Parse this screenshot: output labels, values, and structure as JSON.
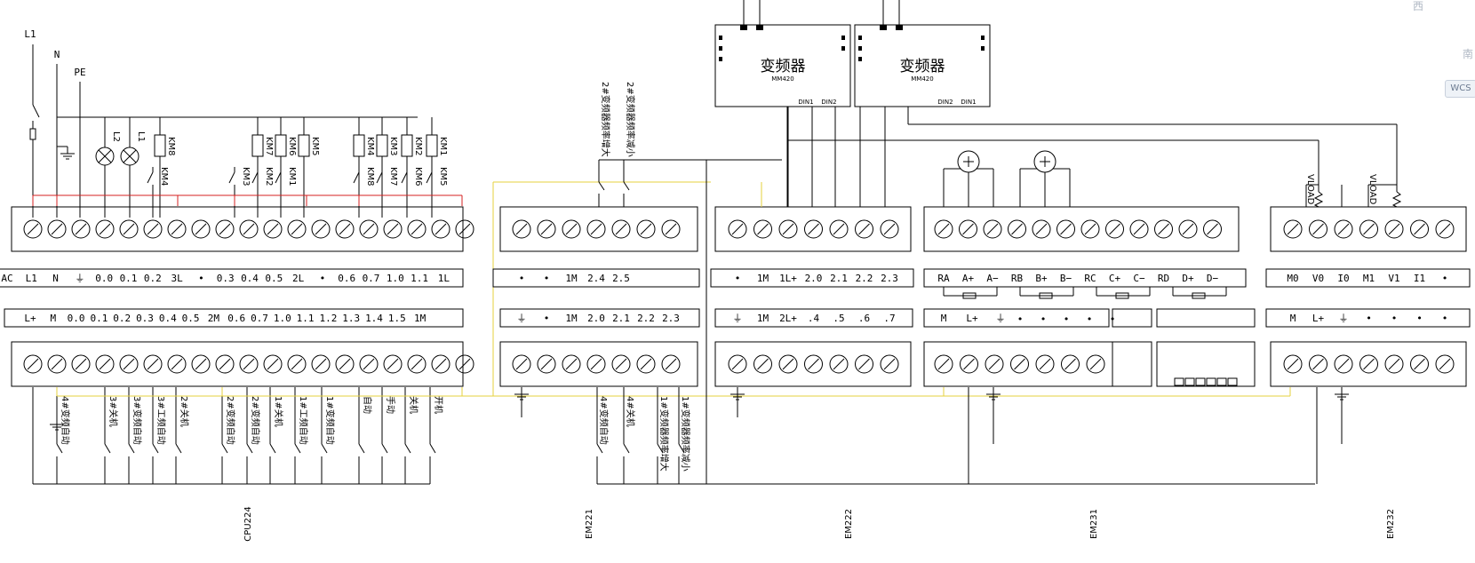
{
  "power": {
    "l1": "L1",
    "n": "N",
    "pe": "PE"
  },
  "lamps": [
    "L2",
    "L1"
  ],
  "coils_left": [
    "KM8",
    "KM7",
    "KM6",
    "KM5"
  ],
  "coils_right": [
    "KM4",
    "KM3",
    "KM2",
    "KM1"
  ],
  "contacts_left": [
    "KM4",
    "KM3",
    "KM2",
    "KM1"
  ],
  "contacts_right": [
    "KM8",
    "KM7",
    "KM6",
    "KM5"
  ],
  "vfd": [
    {
      "title": "变频器",
      "model": "MM420",
      "din_a": "DIN1",
      "din_b": "DIN2"
    },
    {
      "title": "变频器",
      "model": "MM420",
      "din_a": "DIN2",
      "din_b": "DIN1"
    }
  ],
  "em221_top_switches": [
    "2#变频器频率增大",
    "2#变频器频率减小"
  ],
  "cpu224": {
    "name": "CPU224",
    "out_labels": [
      "AC",
      "L1",
      "N",
      "⏚",
      "0.0",
      "0.1",
      "0.2",
      "3L",
      "•",
      "0.3",
      "0.4",
      "0.5",
      "2L",
      "•",
      "0.6",
      "0.7",
      "1.0",
      "1.1",
      "1L"
    ],
    "in_labels": [
      "L+",
      "M",
      "0.0",
      "0.1",
      "0.2",
      "0.3",
      "0.4",
      "0.5",
      "2M",
      "0.6",
      "0.7",
      "1.0",
      "1.1",
      "1.2",
      "1.3",
      "1.4",
      "1.5",
      "1M"
    ],
    "inputs": [
      "4#变频自动",
      "3#关机",
      "3#变频自动",
      "3#工频自动",
      "2#关机",
      "2#变频自动",
      "2#变频自动",
      "1#关机",
      "1#工频自动",
      "1#变频自动",
      "自动",
      "手动",
      "关机",
      "开机"
    ]
  },
  "em221": {
    "name": "EM221",
    "top_labels": [
      "•",
      "•",
      "1M",
      "2.4",
      "2.5"
    ],
    "bottom_labels": [
      "⏚",
      "•",
      "1M",
      "2.0",
      "2.1",
      "2.2",
      "2.3"
    ],
    "inputs": [
      "4#变频自动",
      "4#关机",
      "1#变频器频率增大",
      "1#变频器频率减小"
    ]
  },
  "em222": {
    "name": "EM222",
    "top_labels": [
      "•",
      "1M",
      "1L+",
      "2.0",
      "2.1",
      "2.2",
      "2.3"
    ],
    "bottom_labels": [
      "⏚",
      "1M",
      "2L+",
      ".4",
      ".5",
      ".6",
      ".7"
    ]
  },
  "em231": {
    "name": "EM231",
    "top_labels": [
      "RA",
      "A+",
      "A−",
      "RB",
      "B+",
      "B−",
      "RC",
      "C+",
      "C−",
      "RD",
      "D+",
      "D−"
    ],
    "bottom_labels": [
      "M",
      "L+",
      "⏚",
      "•",
      "•",
      "•",
      "•",
      "•"
    ]
  },
  "em232": {
    "name": "EM232",
    "top_labels": [
      "M0",
      "V0",
      "I0",
      "M1",
      "V1",
      "I1",
      "•"
    ],
    "bottom_labels": [
      "M",
      "L+",
      "⏚",
      "•",
      "•",
      "•",
      "•"
    ],
    "vloads": [
      "VLOAD",
      "VLOAD"
    ]
  },
  "ui": {
    "wcs": "WCS",
    "viewcube": [
      "西",
      "南"
    ]
  }
}
